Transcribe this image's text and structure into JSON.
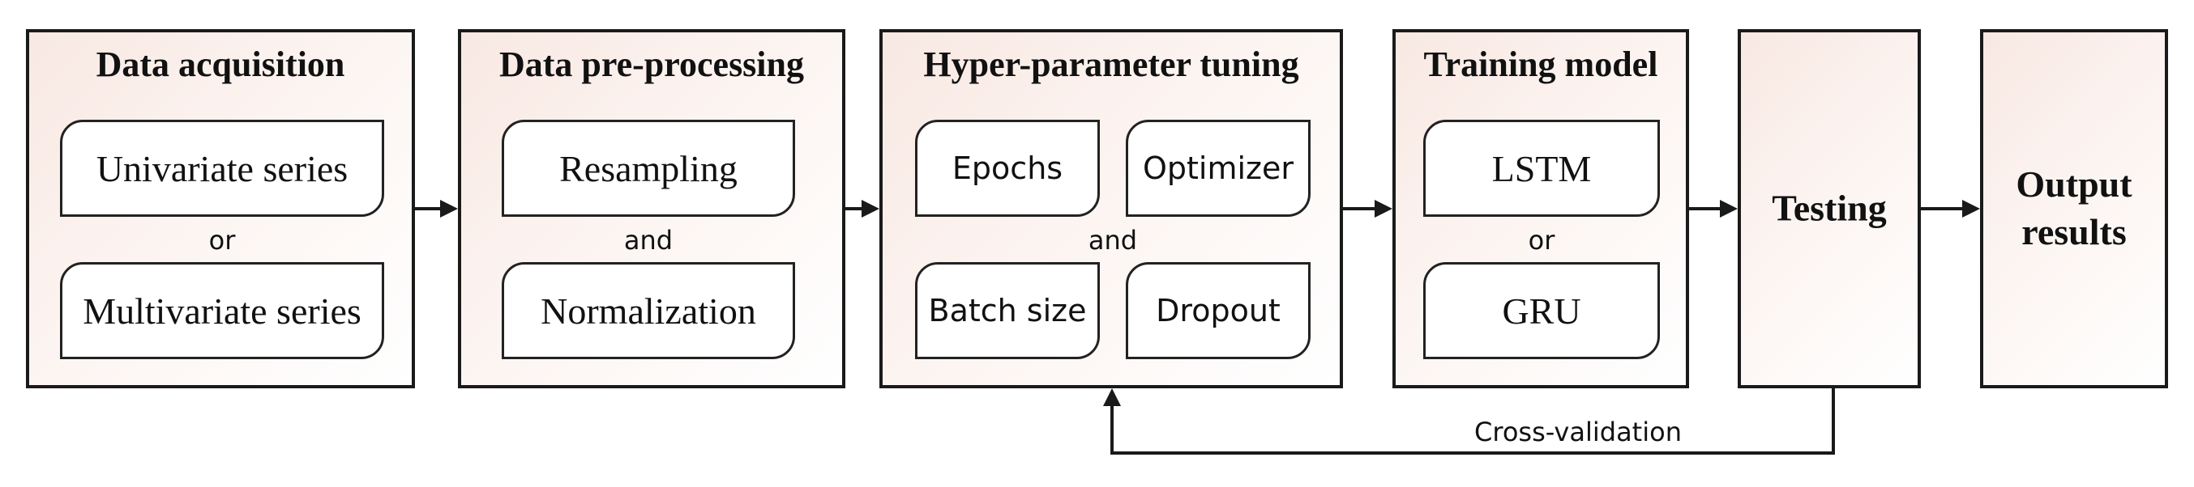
{
  "stages": {
    "acquisition": {
      "title": "Data acquisition",
      "option_a": "Univariate series",
      "connector": "or",
      "option_b": "Multivariate series"
    },
    "preprocessing": {
      "title": "Data pre-processing",
      "option_a": "Resampling",
      "connector": "and",
      "option_b": "Normalization"
    },
    "tuning": {
      "title": "Hyper-parameter tuning",
      "param_1": "Epochs",
      "param_2": "Optimizer",
      "connector": "and",
      "param_3": "Batch size",
      "param_4": "Dropout"
    },
    "training": {
      "title": "Training model",
      "option_a": "LSTM",
      "connector": "or",
      "option_b": "GRU"
    },
    "testing": {
      "title": "Testing"
    },
    "output": {
      "title_line1": "Output",
      "title_line2": "results"
    }
  },
  "feedback": {
    "label": "Cross-validation"
  },
  "colors": {
    "box_fill_start": "#f8e8e2",
    "stroke": "#1a1a1a"
  }
}
